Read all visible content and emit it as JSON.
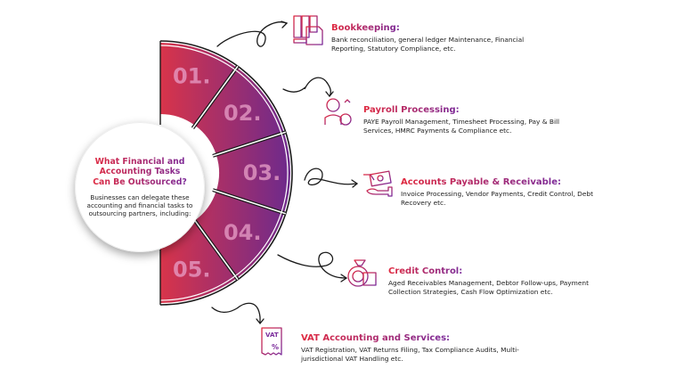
{
  "center": {
    "title": "What Financial and Accounting Tasks Can Be Outsourced?",
    "description": "Businesses can delegate these accounting and financial tasks to outsourcing partners, including:"
  },
  "segments": [
    {
      "number": "01."
    },
    {
      "number": "02."
    },
    {
      "number": "03."
    },
    {
      "number": "04."
    },
    {
      "number": "05."
    }
  ],
  "items": [
    {
      "icon": "bookkeeping-icon",
      "title": "Bookkeeping:",
      "description": "Bank reconciliation, general ledger Maintenance, Financial Reporting, Statutory Compliance, etc."
    },
    {
      "icon": "payroll-icon",
      "title": "Payroll Processing:",
      "description": "PAYE Payroll Management, Timesheet Processing, Pay & Bill Services, HMRC Payments & Compliance etc."
    },
    {
      "icon": "money-hand-icon",
      "title": "Accounts Payable & Receivable:",
      "description": "Invoice Processing, Vendor Payments, Credit Control, Debt Recovery etc."
    },
    {
      "icon": "money-bag-icon",
      "title": "Credit Control:",
      "description": "Aged Receivables Management, Debtor Follow-ups, Payment Collection Strategies, Cash Flow Optimization etc."
    },
    {
      "icon": "vat-receipt-icon",
      "title": "VAT Accounting and Services:",
      "description": "VAT Registration, VAT Returns Filing, Tax Compliance Audits, Multi-jurisdictional VAT Handling etc."
    }
  ],
  "colors": {
    "gradient_start": "#d8344a",
    "gradient_end": "#6e2a8c",
    "number_text": "#e8a0c8",
    "outline": "#1a1a1a"
  }
}
